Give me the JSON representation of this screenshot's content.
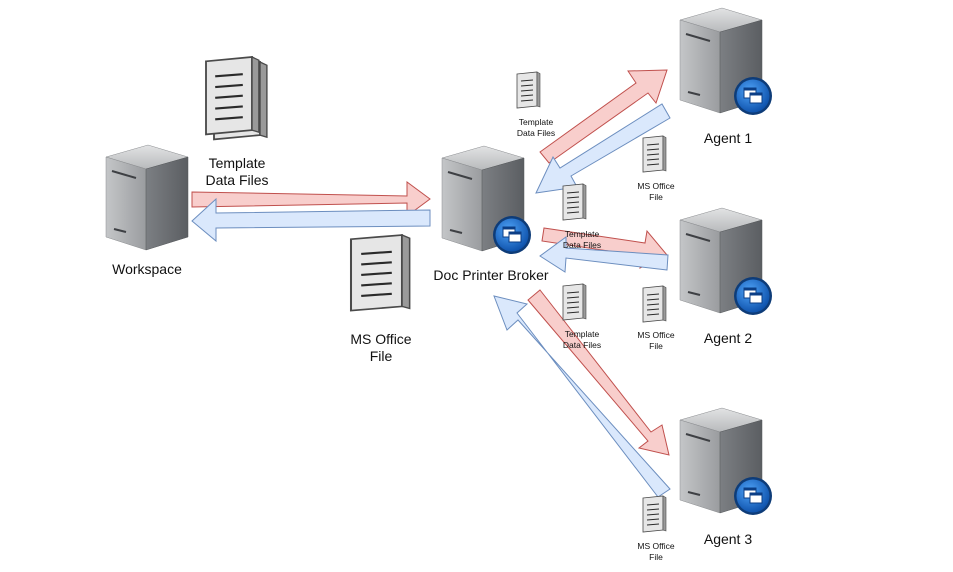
{
  "nodes": {
    "workspace": {
      "label": "Workspace"
    },
    "broker": {
      "label": "Doc Printer Broker"
    },
    "agent1": {
      "label": "Agent 1"
    },
    "agent2": {
      "label": "Agent 2"
    },
    "agent3": {
      "label": "Agent 3"
    }
  },
  "documents": {
    "template_main": "Template\nData Files",
    "office_main": "MS Office\nFile",
    "template_agent1": "Template\nData Files",
    "office_agent1": "MS Office\nFile",
    "template_agent2_upper": "Template\nData Files",
    "template_agent2_lower": "Template\nData Files",
    "office_agent2": "MS Office\nFile",
    "office_agent3": "MS Office\nFile"
  },
  "icons": {
    "server": "server-icon",
    "app_badge": "windows-app-badge-icon",
    "document": "document-icon"
  },
  "colors": {
    "request_arrow_fill": "#f8cecc",
    "request_arrow_stroke": "#c0504d",
    "response_arrow_fill": "#dae8fc",
    "response_arrow_stroke": "#6c8ebf",
    "server_front": "#a9abad",
    "server_side": "#6e7174",
    "badge_blue": "#1f6fd1"
  }
}
